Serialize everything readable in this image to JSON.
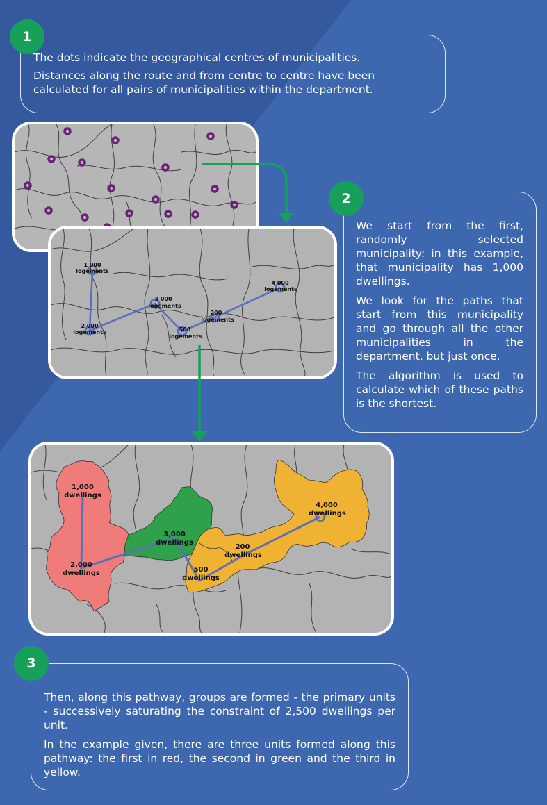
{
  "step1": {
    "number": "1",
    "lines": [
      "The dots indicate the geographical centres of municipalities.",
      "Distances along the route and from centre to centre have been calculated for all pairs of municipalities within the department."
    ]
  },
  "step2": {
    "number": "2",
    "paragraphs": [
      "We start from the first, randomly selected municipality: in this example, that municipality has 1,000 dwellings.",
      "We look for the paths that start from this municipality and go through all the other municipalities in the department, but just once.",
      "The algorithm is used to calculate which of these paths is the shortest."
    ]
  },
  "step3": {
    "number": "3",
    "paragraphs": [
      "Then, along this pathway, groups are formed - the primary units - successively saturating the constraint of 2,500 dwellings per unit.",
      "In the example given, there are three units formed along this pathway: the first in red, the second in green and the third in yellow."
    ]
  },
  "map2": {
    "labels": [
      {
        "n": "1 000",
        "u": "logements"
      },
      {
        "n": "2 000",
        "u": "logements"
      },
      {
        "n": "3 000",
        "u": "logements"
      },
      {
        "n": "500",
        "u": "logements"
      },
      {
        "n": "200",
        "u": "logements"
      },
      {
        "n": "4 000",
        "u": "logements"
      }
    ]
  },
  "map3": {
    "labels": [
      {
        "n": "1,000",
        "u": "dwellings"
      },
      {
        "n": "2,000",
        "u": "dwellings"
      },
      {
        "n": "3,000",
        "u": "dwellings"
      },
      {
        "n": "500",
        "u": "dwellings"
      },
      {
        "n": "200",
        "u": "dwellings"
      },
      {
        "n": "4,000",
        "u": "dwellings"
      }
    ]
  },
  "colors": {
    "badge": "#16a05a",
    "arrow": "#16a05a",
    "route": "#5a70b8",
    "dot": "#6b1f78",
    "unit_red": "#ef7b7b",
    "unit_green": "#2fa14a",
    "unit_yellow": "#f0b233"
  }
}
